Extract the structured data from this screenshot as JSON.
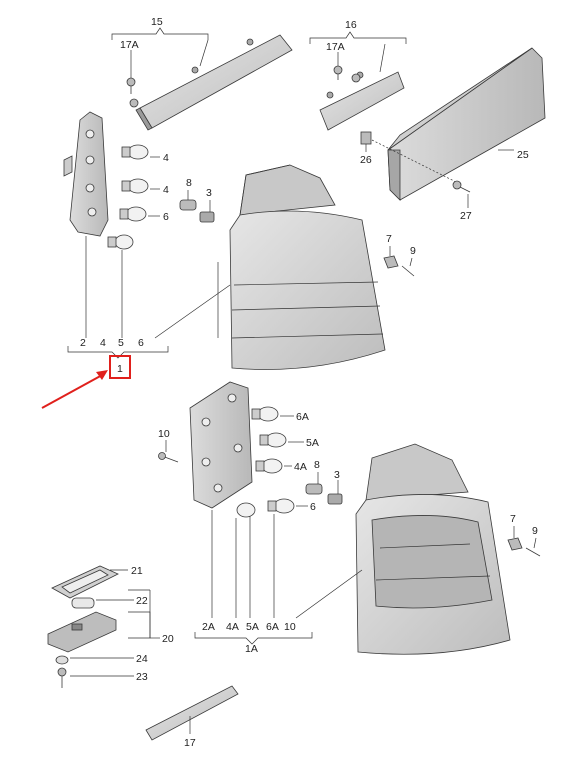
{
  "colors": {
    "callout": "#e0201c",
    "part_fill": "#d4d4d4",
    "part_dark": "#9a9a9a",
    "line": "#333333"
  },
  "labels": {
    "p15": "15",
    "p16": "16",
    "p17a_left": "17A",
    "p17a_right": "17A",
    "p25": "25",
    "p26": "26",
    "p27": "27",
    "p4_top": "4",
    "p4_mid": "4",
    "p6_top": "6",
    "p8_top": "8",
    "p3_top": "3",
    "p7_top": "7",
    "p9_top": "9",
    "g1_a": "2",
    "g1_b": "4",
    "g1_c": "5",
    "g1_d": "6",
    "g1_main": "1",
    "p6a": "6A",
    "p5a": "5A",
    "p4a": "4A",
    "p6_bottom": "6",
    "p10": "10",
    "p8_bottom": "8",
    "p3_bottom": "3",
    "p7_bottom": "7",
    "p9_bottom": "9",
    "g2_a": "2A",
    "g2_b": "4A",
    "g2_c": "5A",
    "g2_d": "6A",
    "g2_e": "10",
    "g2_main": "1A",
    "p21": "21",
    "p22": "22",
    "p20": "20",
    "p24": "24",
    "p23": "23",
    "p17": "17"
  }
}
